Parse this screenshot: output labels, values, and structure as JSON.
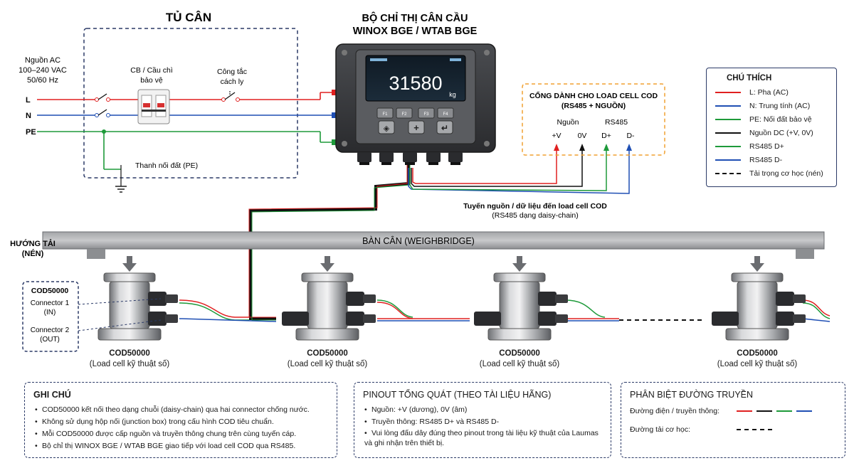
{
  "cabinet": {
    "title": "TỦ CÂN"
  },
  "source": {
    "label_line1": "Nguồn AC",
    "label_line2": "100–240 VAC",
    "label_line3": "50/60 Hz",
    "lines": [
      "L",
      "N",
      "PE"
    ]
  },
  "breaker": {
    "line1": "CB / Cầu chì",
    "line2": "bảo vệ"
  },
  "switch": {
    "line1": "Công tắc",
    "line2": "cách ly"
  },
  "ground_bar": {
    "label": "Thanh nối đất (PE)"
  },
  "indicator": {
    "title_line1": "BỘ CHỈ THỊ CÂN CẦU",
    "title_line2": "WINOX BGE / WTAB BGE",
    "display_value": "31580",
    "unit": "kg",
    "fkeys": [
      "F1",
      "F2",
      "F3",
      "F4"
    ]
  },
  "port": {
    "title_line1": "CỔNG DÀNH CHO LOAD CELL COD",
    "title_line2": "(RS485 + NGUỒN)",
    "group_power": "Nguồn",
    "group_rs485": "RS485",
    "pins": [
      "+V",
      "0V",
      "D+",
      "D-"
    ]
  },
  "cable": {
    "label_line1": "Tuyến nguồn / dữ liệu đến load cell COD",
    "label_line2": "(RS485 dạng daisy-chain)"
  },
  "legend": {
    "title": "CHÚ THÍCH",
    "items": [
      {
        "label": "L: Pha (AC)",
        "color": "#e02020",
        "style": "solid"
      },
      {
        "label": "N: Trung tính (AC)",
        "color": "#1f4fb4",
        "style": "solid"
      },
      {
        "label": "PE: Nối đất bảo vệ",
        "color": "#1e9a3a",
        "style": "solid"
      },
      {
        "label": "Nguồn DC (+V, 0V)",
        "color": "#111111",
        "style": "solid"
      },
      {
        "label": "RS485 D+",
        "color": "#1e9a3a",
        "style": "solid"
      },
      {
        "label": "RS485 D-",
        "color": "#1f4fb4",
        "style": "solid"
      },
      {
        "label": "Tải trọng cơ học (nén)",
        "color": "#111111",
        "style": "dashed"
      }
    ]
  },
  "load_direction": {
    "line1": "HƯỚNG TẢI",
    "line2": "(NÉN)"
  },
  "weighbridge": {
    "label": "BÀN CÂN (WEIGHBRIDGE)"
  },
  "cod_callout": {
    "title": "COD50000",
    "conn1_line1": "Connector 1",
    "conn1_line2": "(IN)",
    "conn2_line1": "Connector 2",
    "conn2_line2": "(OUT)"
  },
  "load_cells": [
    {
      "name": "COD50000",
      "desc": "(Load cell kỹ thuật số)"
    },
    {
      "name": "COD50000",
      "desc": "(Load cell kỹ thuật số)"
    },
    {
      "name": "COD50000",
      "desc": "(Load cell kỹ thuật số)"
    },
    {
      "name": "COD50000",
      "desc": "(Load cell kỹ thuật số)"
    }
  ],
  "notes": {
    "title": "GHI CHÚ",
    "items": [
      "COD50000 kết nối theo dạng chuỗi (daisy-chain) qua hai connector chống nước.",
      "Không sử dụng hộp nối (junction box) trong cấu hình COD tiêu chuẩn.",
      "Mỗi COD50000 được cấp nguồn và truyền thông chung trên cùng tuyến cáp.",
      "Bộ chỉ thị WINOX BGE / WTAB BGE giao tiếp với load cell COD qua RS485."
    ]
  },
  "pinout": {
    "title": "PINOUT TỔNG QUÁT (THEO TÀI LIỆU HÃNG)",
    "items": [
      "Nguồn: +V (dương), 0V (âm)",
      "Truyền thông: RS485 D+ và RS485 D-",
      "Vui lòng đấu dây đúng theo pinout trong tài liệu kỹ thuật của Laumas và ghi nhận trên thiết bị."
    ]
  },
  "line_types": {
    "title": "PHÂN BIỆT ĐƯỜNG TRUYỀN",
    "electric_label": "Đường điện / truyền thông:",
    "electric_colors": [
      "#e02020",
      "#111111",
      "#1e9a3a",
      "#1f4fb4"
    ],
    "mechanical_label": "Đường tải cơ học:"
  }
}
